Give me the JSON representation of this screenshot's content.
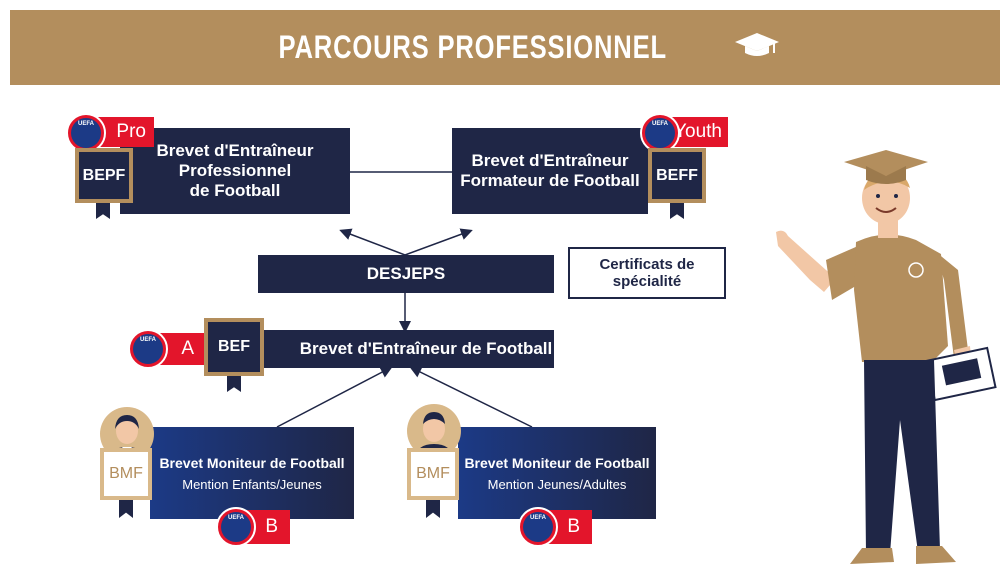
{
  "header": {
    "title": "PARCOURS PROFESSIONNEL",
    "icon": "graduation-cap-icon"
  },
  "colors": {
    "gold": "#b38e5d",
    "navy": "#1f2646",
    "red": "#e3152b",
    "blue": "#1c3a86"
  },
  "bepf": {
    "badge": "BEPF",
    "uefa_label": "UEFA",
    "level": "Pro",
    "title": "Brevet d'Entraîneur\nProfessionnel\nde Football"
  },
  "beff": {
    "badge": "BEFF",
    "uefa_label": "UEFA",
    "level": "Youth",
    "title": "Brevet d'Entraîneur\nFormateur de Football"
  },
  "desjeps": {
    "title": "DESJEPS"
  },
  "certificats": {
    "title": "Certificats de\nspécialité"
  },
  "bef": {
    "badge": "BEF",
    "uefa_label": "UEFA",
    "level": "A",
    "title": "Brevet d'Entraîneur de Football"
  },
  "bmf_enfants": {
    "badge": "BMF",
    "title": "Brevet Moniteur de Football",
    "subtitle": "Mention Enfants/Jeunes",
    "uefa_label": "UEFA",
    "level": "B"
  },
  "bmf_adultes": {
    "badge": "BMF",
    "title": "Brevet Moniteur de Football",
    "subtitle": "Mention Jeunes/Adultes",
    "uefa_label": "UEFA",
    "level": "B"
  },
  "mascot": {
    "clipboard_text": ""
  }
}
